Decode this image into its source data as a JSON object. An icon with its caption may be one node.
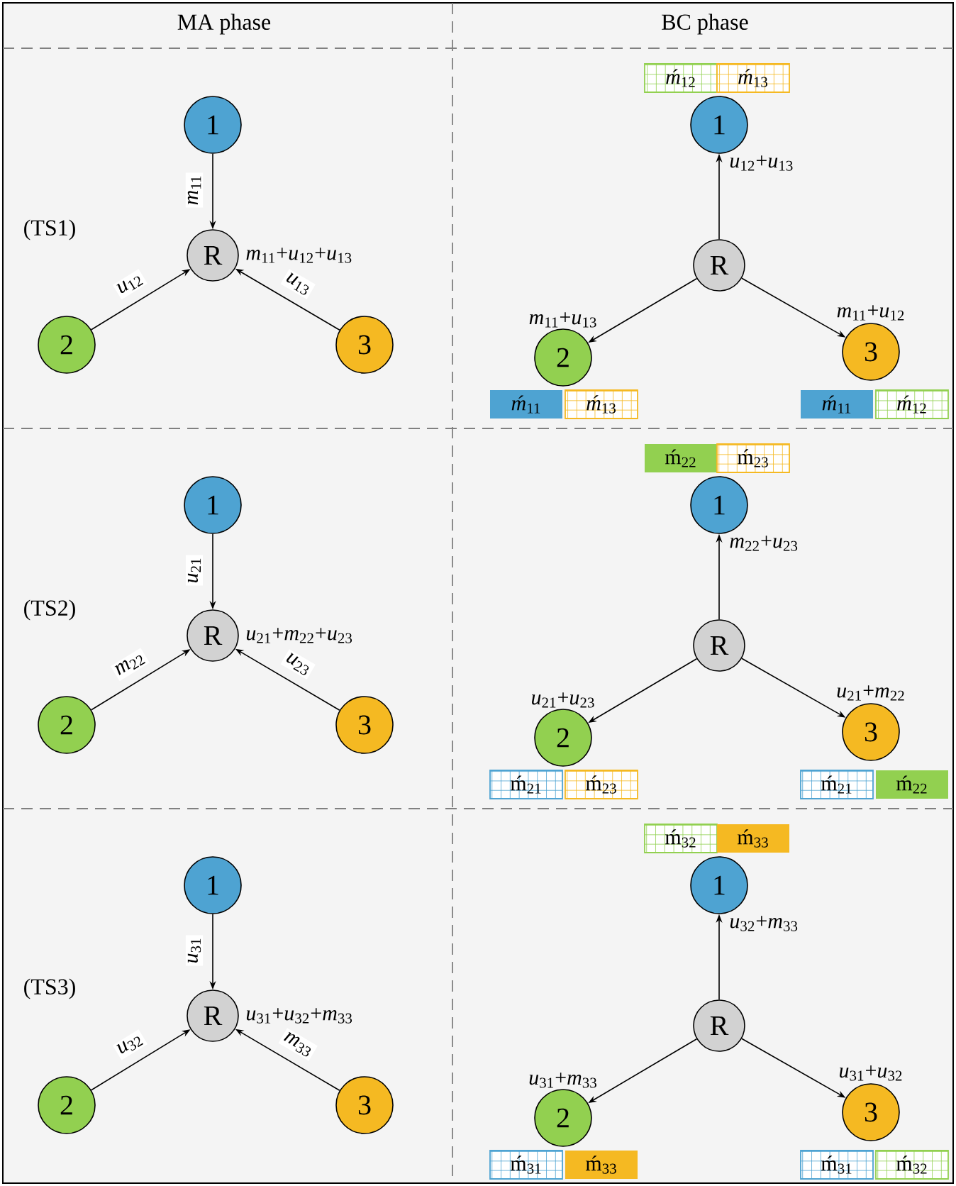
{
  "diagram": {
    "nodes": [
      {
        "text": [
          "1"
        ]
      },
      {
        "text": [
          "R"
        ],
        "beside": [
          "*m*$_{11}$+*u*$_{12}$+*u*$_{13}$"
        ]
      },
      {
        "text": [
          "2"
        ]
      },
      {
        "text": [
          "3"
        ]
      },
      {
        "text": [
          "*ḿ*$_{12}$"
        ]
      },
      {
        "text": [
          "*ḿ*$_{13}$"
        ]
      },
      {
        "text": [
          "1"
        ],
        "beside": [
          "*u*$_{12}$+*u*$_{13}$"
        ]
      },
      {
        "text": [
          "R"
        ]
      },
      {
        "text": [
          "2"
        ],
        "beside": [
          "*m*$_{11}$+*u*$_{13}$"
        ]
      },
      {
        "text": [
          "3"
        ],
        "beside": [
          "*m*$_{11}$+*u*$_{12}$"
        ]
      },
      {
        "text": [
          "*ḿ*$_{11}$"
        ]
      },
      {
        "text": [
          "*ḿ*$_{13}$"
        ]
      },
      {
        "text": [
          "*ḿ*$_{11}$"
        ]
      },
      {
        "text": [
          "*ḿ*$_{12}$"
        ]
      },
      {
        "text": [
          "1"
        ]
      },
      {
        "text": [
          "R"
        ],
        "beside": [
          "*u*$_{21}$+*m*$_{22}$+*u*$_{23}$"
        ]
      },
      {
        "text": [
          "2"
        ]
      },
      {
        "text": [
          "3"
        ]
      },
      {
        "text": [
          "ḿ$_{22}$"
        ]
      },
      {
        "text": [
          "ḿ$_{23}$"
        ]
      },
      {
        "text": [
          "1"
        ],
        "beside": [
          "*m*$_{22}$+*u*$_{23}$"
        ]
      },
      {
        "text": [
          "R"
        ]
      },
      {
        "text": [
          "2"
        ],
        "beside": [
          "*u*$_{21}$+*u*$_{23}$"
        ]
      },
      {
        "text": [
          "3"
        ],
        "beside": [
          "*u*$_{21}$+*m*$_{22}$"
        ]
      },
      {
        "text": [
          "ḿ$_{21}$"
        ]
      },
      {
        "text": [
          "ḿ$_{23}$"
        ]
      },
      {
        "text": [
          "ḿ$_{21}$"
        ]
      },
      {
        "text": [
          "ḿ$_{22}$"
        ]
      },
      {
        "text": [
          "1"
        ]
      },
      {
        "text": [
          "R"
        ],
        "beside": [
          "*u*$_{31}$+*u*$_{32}$+*m*$_{33}$"
        ]
      },
      {
        "text": [
          "2"
        ]
      },
      {
        "text": [
          "3"
        ]
      },
      {
        "text": [
          "ḿ$_{32}$"
        ]
      },
      {
        "text": [
          "ḿ$_{33}$"
        ]
      },
      {
        "text": [
          "1"
        ],
        "beside": [
          "*u*$_{32}$+*m*$_{33}$"
        ]
      },
      {
        "text": [
          "R"
        ]
      },
      {
        "text": [
          "2"
        ],
        "beside": [
          "*u*$_{31}$+*m*$_{33}$"
        ]
      },
      {
        "text": [
          "3"
        ],
        "beside": [
          "*u*$_{31}$+*u*$_{32}$"
        ]
      },
      {
        "text": [
          "ḿ$_{31}$"
        ]
      },
      {
        "text": [
          "ḿ$_{33}$"
        ]
      },
      {
        "text": [
          "ḿ$_{31}$"
        ]
      },
      {
        "text": [
          "ḿ$_{32}$"
        ]
      }
    ],
    "edges": [
      {
        "from": 0,
        "to": 1,
        "arrow": "to",
        "label": "*m*$_{11}$"
      },
      {
        "from": 2,
        "to": 1,
        "arrow": "to",
        "label": "*u*$_{12}$"
      },
      {
        "from": 3,
        "to": 1,
        "arrow": "to",
        "label": "*u*$_{13}$"
      },
      {
        "from": 7,
        "to": 6,
        "arrow": "to"
      },
      {
        "from": 7,
        "to": 8,
        "arrow": "to"
      },
      {
        "from": 7,
        "to": 9,
        "arrow": "to"
      },
      {
        "from": 14,
        "to": 15,
        "arrow": "to",
        "label": "*u*$_{21}$"
      },
      {
        "from": 16,
        "to": 15,
        "arrow": "to",
        "label": "*m*$_{22}$"
      },
      {
        "from": 17,
        "to": 15,
        "arrow": "to",
        "label": "*u*$_{23}$"
      },
      {
        "from": 21,
        "to": 20,
        "arrow": "to"
      },
      {
        "from": 21,
        "to": 22,
        "arrow": "to"
      },
      {
        "from": 21,
        "to": 23,
        "arrow": "to"
      },
      {
        "from": 28,
        "to": 29,
        "arrow": "to",
        "label": "*u*$_{31}$"
      },
      {
        "from": 30,
        "to": 29,
        "arrow": "to",
        "label": "*u*$_{32}$"
      },
      {
        "from": 31,
        "to": 29,
        "arrow": "to",
        "label": "*m*$_{33}$"
      },
      {
        "from": 35,
        "to": 34,
        "arrow": "to"
      },
      {
        "from": 35,
        "to": 36,
        "arrow": "to"
      },
      {
        "from": 35,
        "to": 37,
        "arrow": "to"
      }
    ],
    "labels": [
      "MA phase",
      "BC phase",
      "(TS1)",
      "(TS2)",
      "(TS3)"
    ]
  }
}
